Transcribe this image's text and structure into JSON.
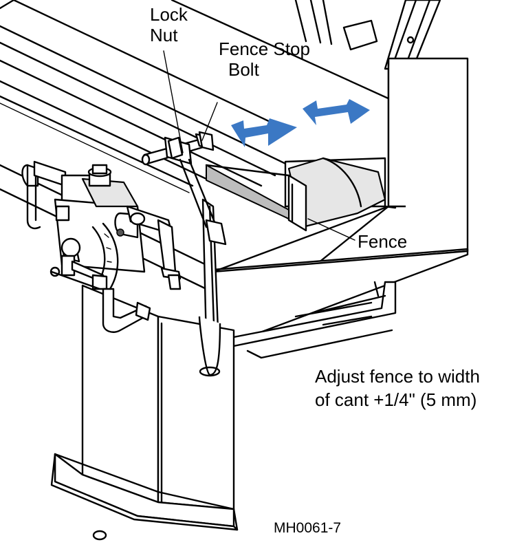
{
  "labels": {
    "lock_nut_line1": "Lock",
    "lock_nut_line2": "Nut",
    "fence_stop_line1": "Fence Stop",
    "fence_stop_line2": "Bolt",
    "fence": "Fence",
    "adjust_line1": "Adjust fence to width",
    "adjust_line2": "of cant +1/4\" (5 mm)",
    "figure_ref": "MH0061-7"
  },
  "colors": {
    "arrow_blue": "#3b78c4",
    "line": "#000000",
    "background": "#ffffff"
  }
}
